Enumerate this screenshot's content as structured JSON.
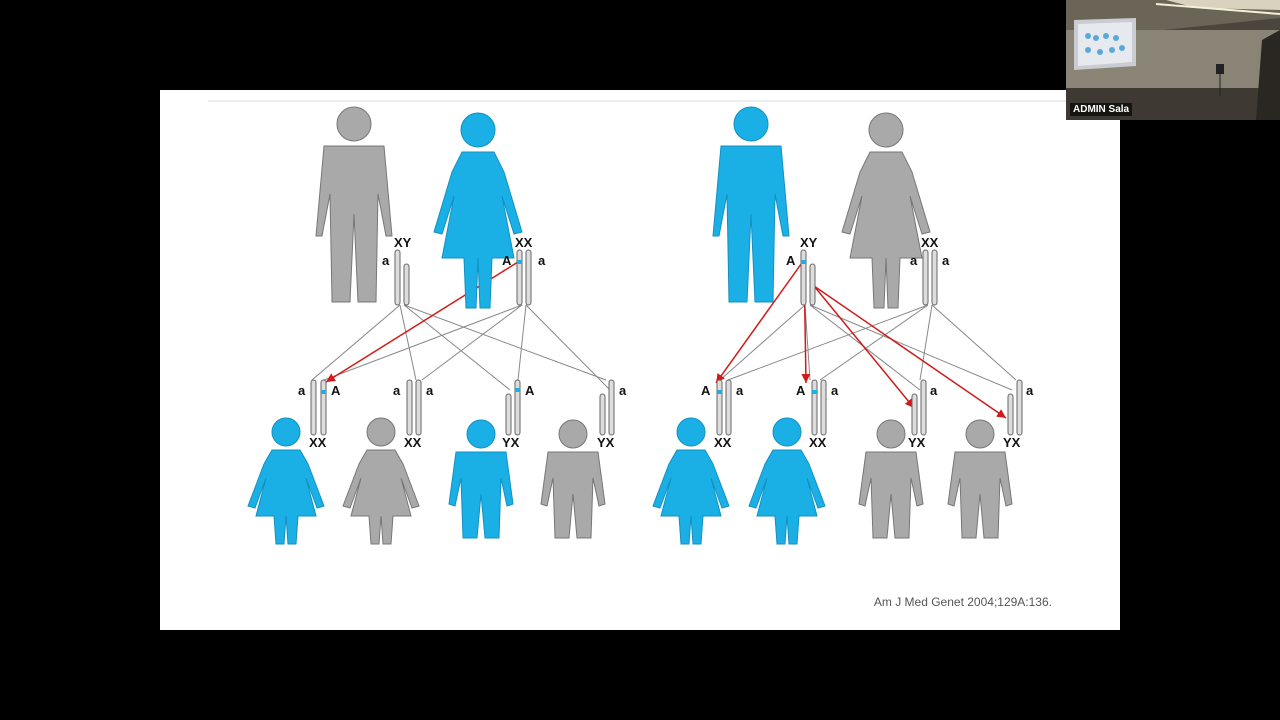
{
  "slide": {
    "left_family": {
      "father_genotype": "XY",
      "mother_genotype": "XX",
      "father_allele": "a",
      "mother_allele_left": "A",
      "mother_allele_right": "a",
      "children": [
        {
          "sex": "female",
          "genotype": "XX",
          "allele_left": "a",
          "allele_right": "A",
          "affected": true
        },
        {
          "sex": "female",
          "genotype": "XX",
          "allele_left": "a",
          "allele_right": "a",
          "affected": false
        },
        {
          "sex": "male",
          "genotype": "YX",
          "allele_right": "A",
          "affected": true
        },
        {
          "sex": "male",
          "genotype": "YX",
          "allele_right": "a",
          "affected": false
        }
      ]
    },
    "right_family": {
      "father_genotype": "XY",
      "mother_genotype": "XX",
      "father_allele": "A",
      "mother_allele_left": "a",
      "mother_allele_right": "a",
      "children": [
        {
          "sex": "female",
          "genotype": "XX",
          "allele_left": "A",
          "allele_right": "a",
          "affected": true
        },
        {
          "sex": "female",
          "genotype": "XX",
          "allele_left": "A",
          "allele_right": "a",
          "affected": true
        },
        {
          "sex": "male",
          "genotype": "YX",
          "allele_right": "a",
          "affected": false
        },
        {
          "sex": "male",
          "genotype": "YX",
          "allele_right": "a",
          "affected": false
        }
      ]
    },
    "citation": "Am J Med Genet 2004;129A:136.",
    "colors": {
      "affected": "#1ab0e6",
      "unaffected": "#a9a9a9",
      "arrow": "#d11a1a"
    }
  },
  "video": {
    "participant_name": "ADMIN Sala"
  }
}
